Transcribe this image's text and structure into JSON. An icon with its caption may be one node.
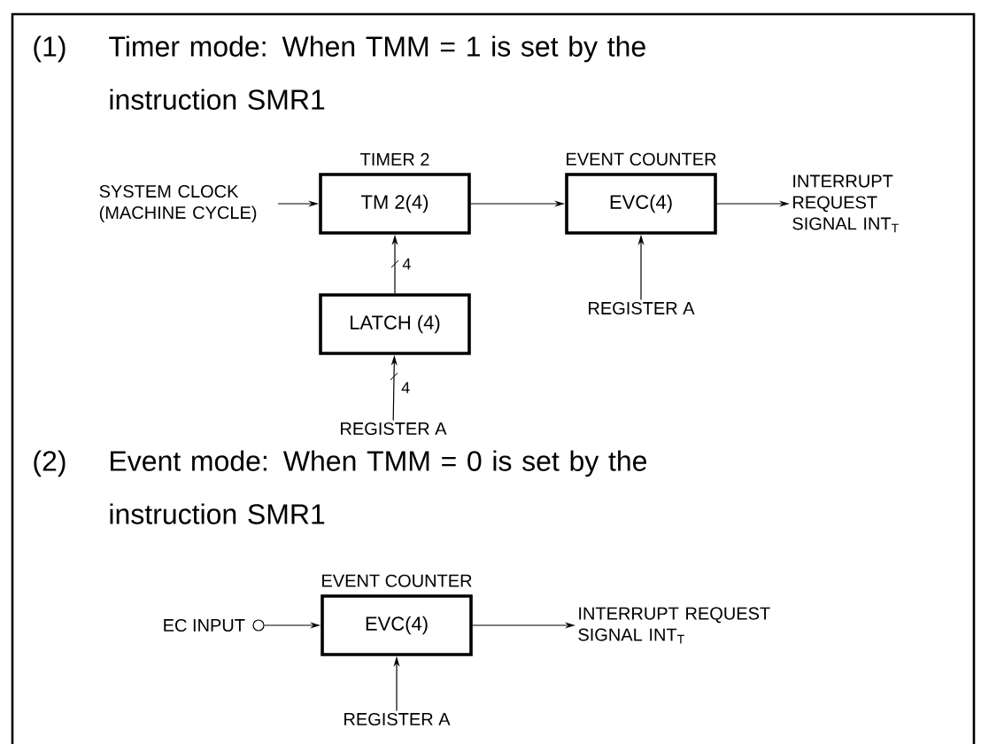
{
  "diagram": {
    "nodes": [
      {
        "text": [
          "TM 2(4)"
        ],
        "beside": [
          "TIMER 2"
        ]
      },
      {
        "text": [
          "EVC(4)"
        ],
        "beside": [
          "EVENT COUNTER"
        ]
      },
      {
        "text": [
          "LATCH (4)"
        ]
      },
      {
        "text": [
          "SYSTEM CLOCK (MACHINE CYCLE)"
        ]
      },
      {
        "text": [
          "INTERRUPT REQUEST SIGNAL INT$_{T}$"
        ]
      },
      {
        "text": [
          "REGISTER A"
        ]
      },
      {
        "text": [
          "REGISTER A"
        ]
      },
      {
        "text": [
          "EVC(4)"
        ],
        "beside": [
          "EVENT COUNTER"
        ]
      },
      {
        "text": [],
        "shape": "circle",
        "beside": [
          "EC INPUT"
        ]
      },
      {
        "text": [
          "INTERRUPT REQUEST SIGNAL INT$_{T}$"
        ]
      },
      {
        "text": [
          "REGISTER A"
        ]
      }
    ],
    "edges": [
      {
        "from": 3,
        "to": 0,
        "arrow": "to"
      },
      {
        "from": 0,
        "to": 1,
        "arrow": "to"
      },
      {
        "from": 1,
        "to": 4,
        "arrow": "to"
      },
      {
        "from": 5,
        "to": 1,
        "arrow": "to"
      },
      {
        "from": 2,
        "to": 0,
        "arrow": "to",
        "label": "4"
      },
      {
        "from": 6,
        "to": 2,
        "arrow": "to",
        "label": "4"
      },
      {
        "from": 8,
        "to": 7,
        "arrow": "to"
      },
      {
        "from": 7,
        "to": 9,
        "arrow": "to"
      },
      {
        "from": 10,
        "to": 7,
        "arrow": "to"
      }
    ],
    "labels": [
      "(1)",
      "Timer mode: When TMM = 1 is set by the instruction SMR1",
      "(2)",
      "Event mode: When TMM = 0 is set by the instruction SMR1"
    ]
  }
}
